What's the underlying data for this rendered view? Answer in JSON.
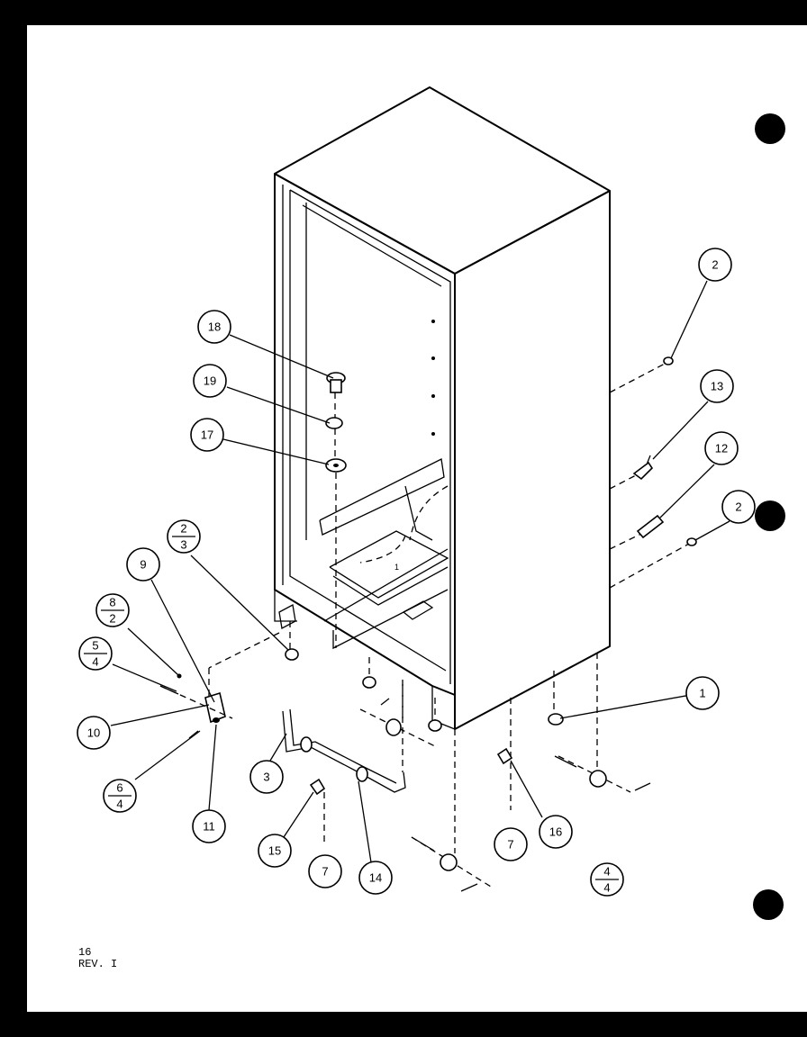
{
  "sheet": {
    "page_number": "16",
    "revision": "REV. I"
  },
  "callouts": {
    "c1": "1",
    "c2a": "2",
    "c2b": "2",
    "c3": "3",
    "c4_over_4_top": "4",
    "c4_over_4_bottom": "4",
    "c5_over_4_top": "5",
    "c5_over_4_bottom": "4",
    "c6_over_4_top": "6",
    "c6_over_4_bottom": "4",
    "c7a": "7",
    "c7b": "7",
    "c8_over_2_top": "8",
    "c8_over_2_bottom": "2",
    "c2_over_3_top": "2",
    "c2_over_3_bottom": "3",
    "c9": "9",
    "c10": "10",
    "c11": "11",
    "c12": "12",
    "c13": "13",
    "c14": "14",
    "c15": "15",
    "c16": "16",
    "c17": "17",
    "c18": "18",
    "c19": "19"
  }
}
